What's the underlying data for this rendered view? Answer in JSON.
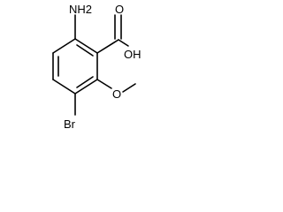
{
  "molecule": {
    "labels": {
      "amino": "NH2",
      "hydroxyl": "OH",
      "carbonyl_oxygen": "O",
      "ether_oxygen": "O",
      "bromine": "Br"
    },
    "colors": {
      "bond": "#000000",
      "label": "#000000",
      "background": "#ffffff"
    }
  }
}
